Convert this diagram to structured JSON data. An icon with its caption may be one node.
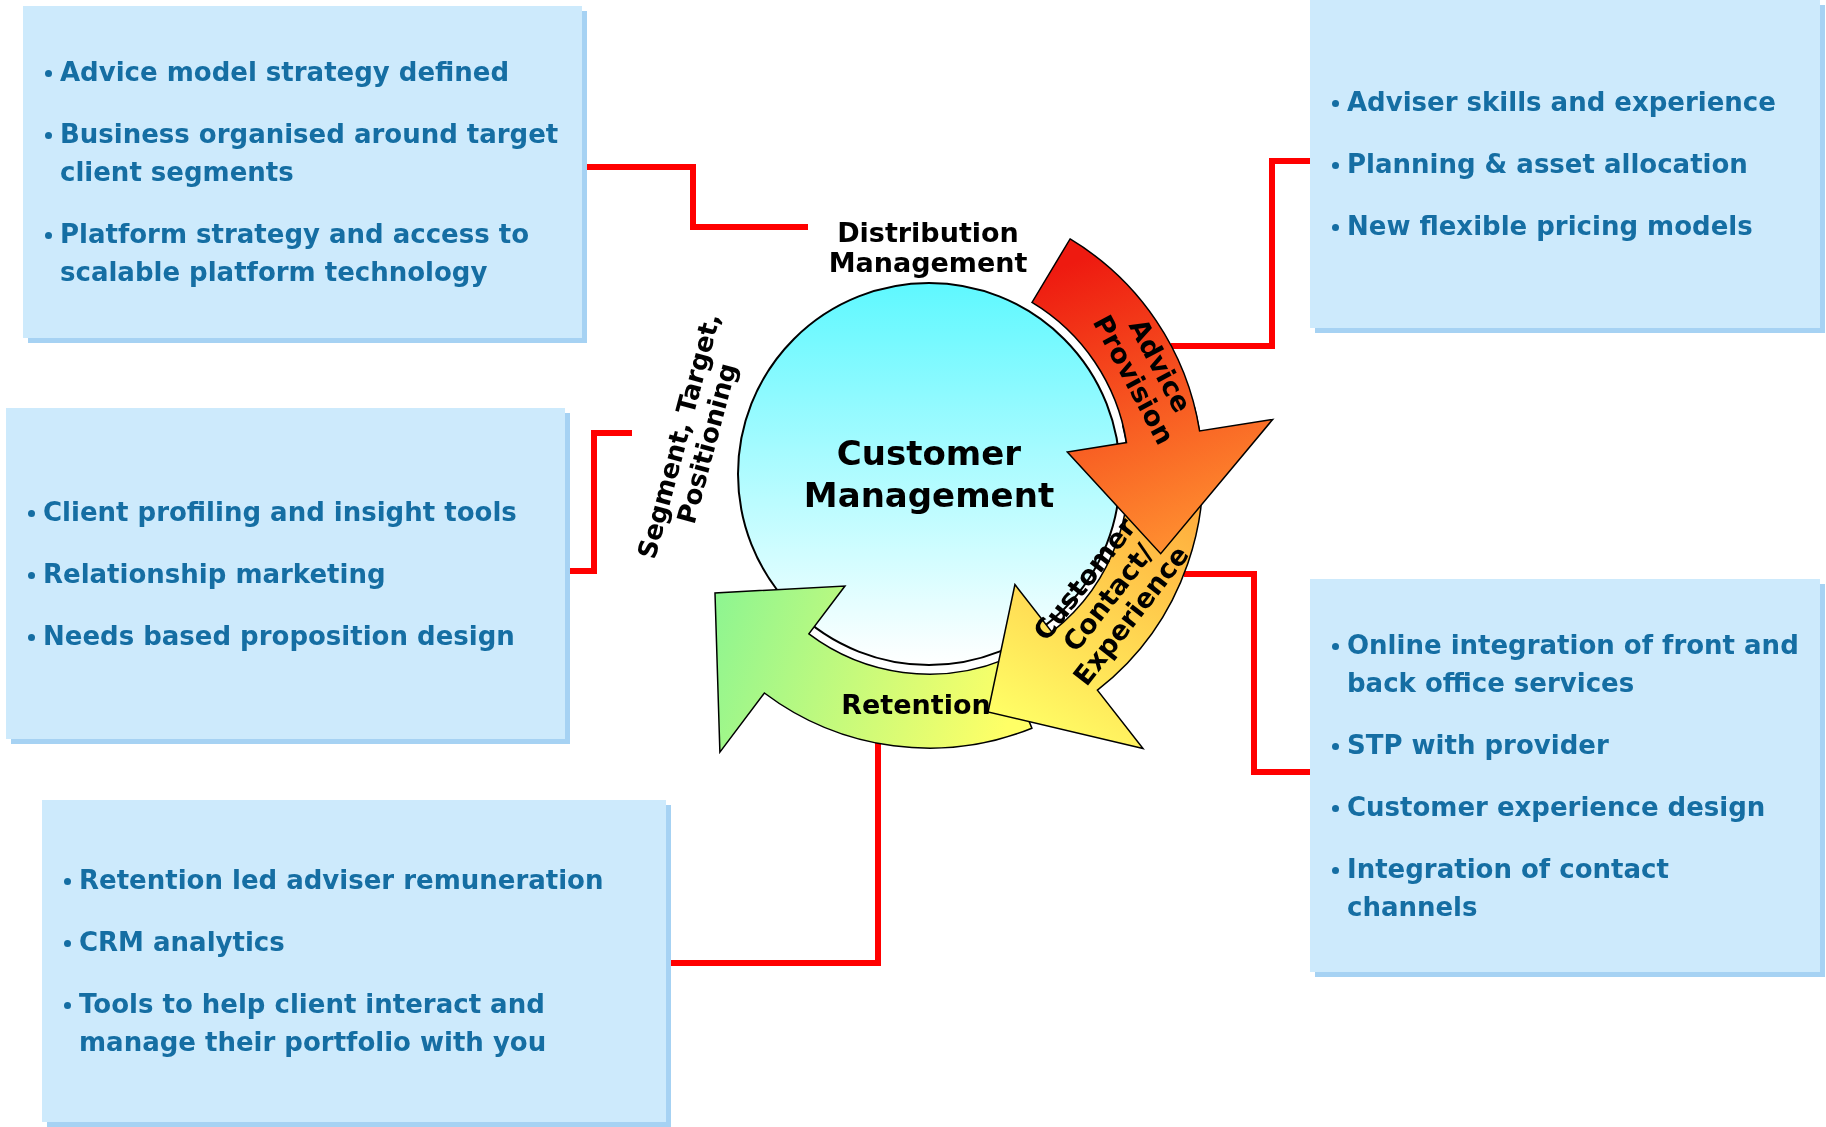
{
  "diagram": {
    "nodes": [
      {
        "text": [
          "Advice model strategy defined",
          "Business organised around target client segments",
          "Platform strategy and access to scalable platform technology"
        ]
      },
      {
        "text": [
          "Distribution Management"
        ]
      },
      {
        "text": [
          "Adviser skills and experience",
          "Planning & asset allocation",
          "New flexible pricing models"
        ]
      },
      {
        "text": [
          "Advice Provision"
        ]
      },
      {
        "text": [
          "Segment, Target, Positioning"
        ]
      },
      {
        "text": [
          "Customer Management"
        ]
      },
      {
        "text": [
          "Client profiling and insight tools",
          "Relationship marketing",
          "Needs based proposition design"
        ]
      },
      {
        "text": [
          "Customer Contact/ Experience"
        ]
      },
      {
        "text": [
          "Online integration of front and back office services",
          "STP with provider",
          "Customer experience design",
          "Integration of contact channels"
        ]
      },
      {
        "text": [
          "Retention"
        ]
      },
      {
        "text": [
          "Retention led adviser remuneration",
          "CRM analytics",
          "Tools to help client interact and manage their portfolio with you"
        ]
      }
    ],
    "edges": [
      {
        "from": 0,
        "to": 1,
        "arrow": "none",
        "color": "#ff0000"
      },
      {
        "from": 2,
        "to": 3,
        "arrow": "none",
        "color": "#ff0000"
      },
      {
        "from": 6,
        "to": 4,
        "arrow": "none",
        "color": "#ff0000"
      },
      {
        "from": 8,
        "to": 7,
        "arrow": "none",
        "color": "#ff0000"
      },
      {
        "from": 10,
        "to": 9,
        "arrow": "none",
        "color": "#ff0000"
      }
    ]
  }
}
